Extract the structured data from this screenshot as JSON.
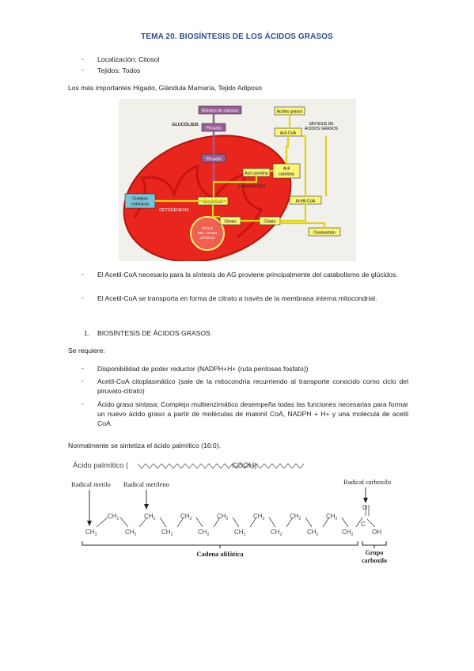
{
  "title": "TEMA 20. BIOSÍNTESIS DE LOS ÁCIDOS GRASOS",
  "intro_list": [
    "Localización: Citosol",
    "Tejidos: Todos"
  ],
  "important_line": "Los más importantes Hígado, Glándula Mamaria, Tejido Adiposo",
  "diagram": {
    "hidratos": "Hidratos de carbono",
    "glucolisis": "GLUCÓLISIS",
    "piruvato1": "Piruvato",
    "piruvato2": "Piruvato",
    "acidos_grasos": "Ácidos grasos",
    "acil_coa": "Acil-CoA",
    "sintesis1": "SÍNTESIS DE",
    "sintesis2": "ÁCIDOS GRASOS",
    "acil_carnitina_in": "Acil carnitina",
    "acil_carnitina_out_1": "Acil",
    "acil_carnitina_out_2": "carnitina",
    "beta_oxidacion": "β-OXIDACIÓN",
    "cuerpos_1": "Cuerpos",
    "cuerpos_2": "cetónicos",
    "cetogenesis": "CETOGÉNESIS",
    "acetil_coa_in": "Acetil-CoA",
    "acetil_coa_out": "Acetil-CoA",
    "citrato_in": "Citrato",
    "citrato_out": "Citrato",
    "oxalacetato": "Oxalacetato",
    "ciclo_1": "CICLO",
    "ciclo_2": "DEL ÁCIDO",
    "ciclo_3": "CÍTRICO",
    "colors": {
      "mito": "#e8261d",
      "mito_inner": "#c81414",
      "yellow_box": "#fbf57a",
      "yellow_line": "#e0d21a",
      "purple": "#9a5f97",
      "blue": "#7fc1d6"
    }
  },
  "list2": [
    "El Acetil-CoA necesario para la síntesis de AG proviene principalmente del catabolismo de glúcidos.",
    "El Acetil-CoA se transporta en forma de citrato a través de la membrana interna mitocondrial."
  ],
  "section1_number": "1.",
  "section1_title": "BIOSÍNTESIS DE ÁCIDOS GRASOS",
  "se_requiere": "Se requiere:",
  "requirements": [
    "Disponibilidad de poder reductor (NADPH+H+ (ruta pentosas fosfato))",
    "Acetil-CoA citoplasmático (sale de la mitocondria recurriendo al transporte conocido como ciclo del piruvato-citrato)",
    "Ácido graso sintasa: Complejo multienzimático desempeña todas las funciones necesarias para formar un nuevo ácido graso a partir de moléculas de malonil CoA, NADPH + H+ y una molécula de acetil CoA."
  ],
  "normal_line": "Normalmente se sintetiza el ácido palmítico (16:0).",
  "chem": {
    "acido_label": "Ácido palmítico (",
    "cooh": "COOH)",
    "radical_metilo": "Radical metilo",
    "radical_metileno": "Radical metileno",
    "radical_carboxilo": "Radical carboxilo",
    "ch2": "CH",
    "ch3": "CH",
    "sub2": "2",
    "sub3": "3",
    "o": "O",
    "oh": "OH",
    "cadena": "Cadena alifática",
    "grupo_1": "Grupo",
    "grupo_2": "carboxilo"
  }
}
